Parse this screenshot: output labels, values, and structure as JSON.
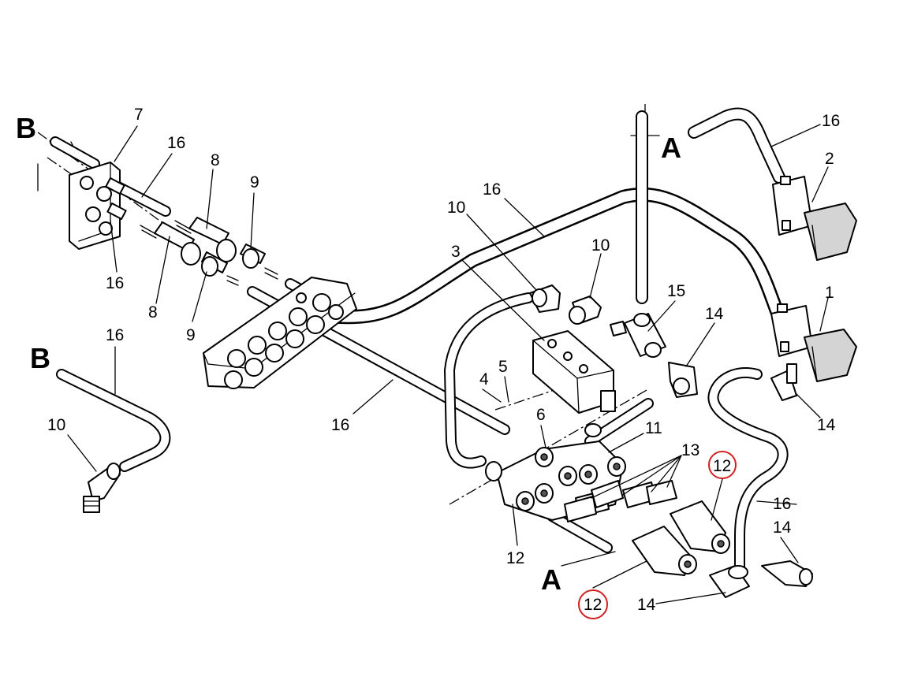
{
  "diagram": {
    "section_markers": [
      "B",
      "B",
      "A",
      "A"
    ],
    "labels": [
      "7",
      "16",
      "8",
      "9",
      "16",
      "8",
      "9",
      "16",
      "10",
      "10",
      "16",
      "3",
      "4",
      "5",
      "16",
      "6",
      "10",
      "15",
      "14",
      "11",
      "13",
      "12",
      "16",
      "2",
      "1",
      "14",
      "12",
      "16",
      "14",
      "14",
      "12"
    ],
    "highlighted_labels": [
      "12",
      "12"
    ],
    "highlight_color": "#d22020"
  }
}
